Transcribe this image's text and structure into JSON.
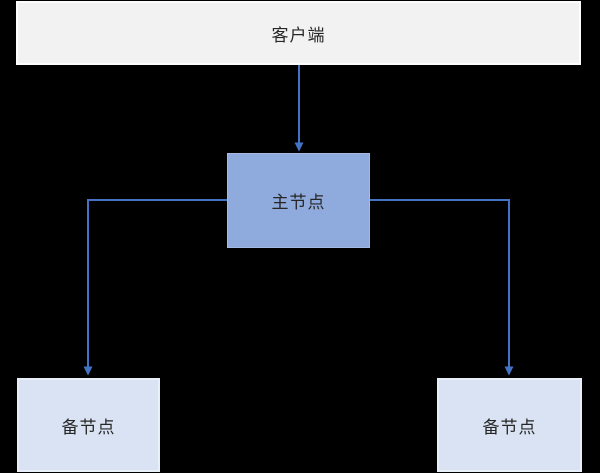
{
  "diagram": {
    "type": "flow-diagram",
    "background_color": "#000000",
    "arrow_color": "#4472C4",
    "text_color": "#262626",
    "nodes": {
      "client": {
        "label": "客户端",
        "fill": "#F2F2F2",
        "border": "#FDFDFD"
      },
      "master": {
        "label": "主节点",
        "fill": "#8FAADC",
        "border": "#A3BBE3"
      },
      "backup_left": {
        "label": "备节点",
        "fill": "#DAE3F3",
        "border": "#E9EFF9"
      },
      "backup_right": {
        "label": "备节点",
        "fill": "#DAE3F3",
        "border": "#E9EFF9"
      }
    },
    "edges": [
      {
        "from": "client",
        "to": "master",
        "style": "straight-down-arrow"
      },
      {
        "from": "master",
        "to": "backup_left",
        "style": "elbow-left-down-arrow"
      },
      {
        "from": "master",
        "to": "backup_right",
        "style": "elbow-right-down-arrow"
      }
    ]
  }
}
